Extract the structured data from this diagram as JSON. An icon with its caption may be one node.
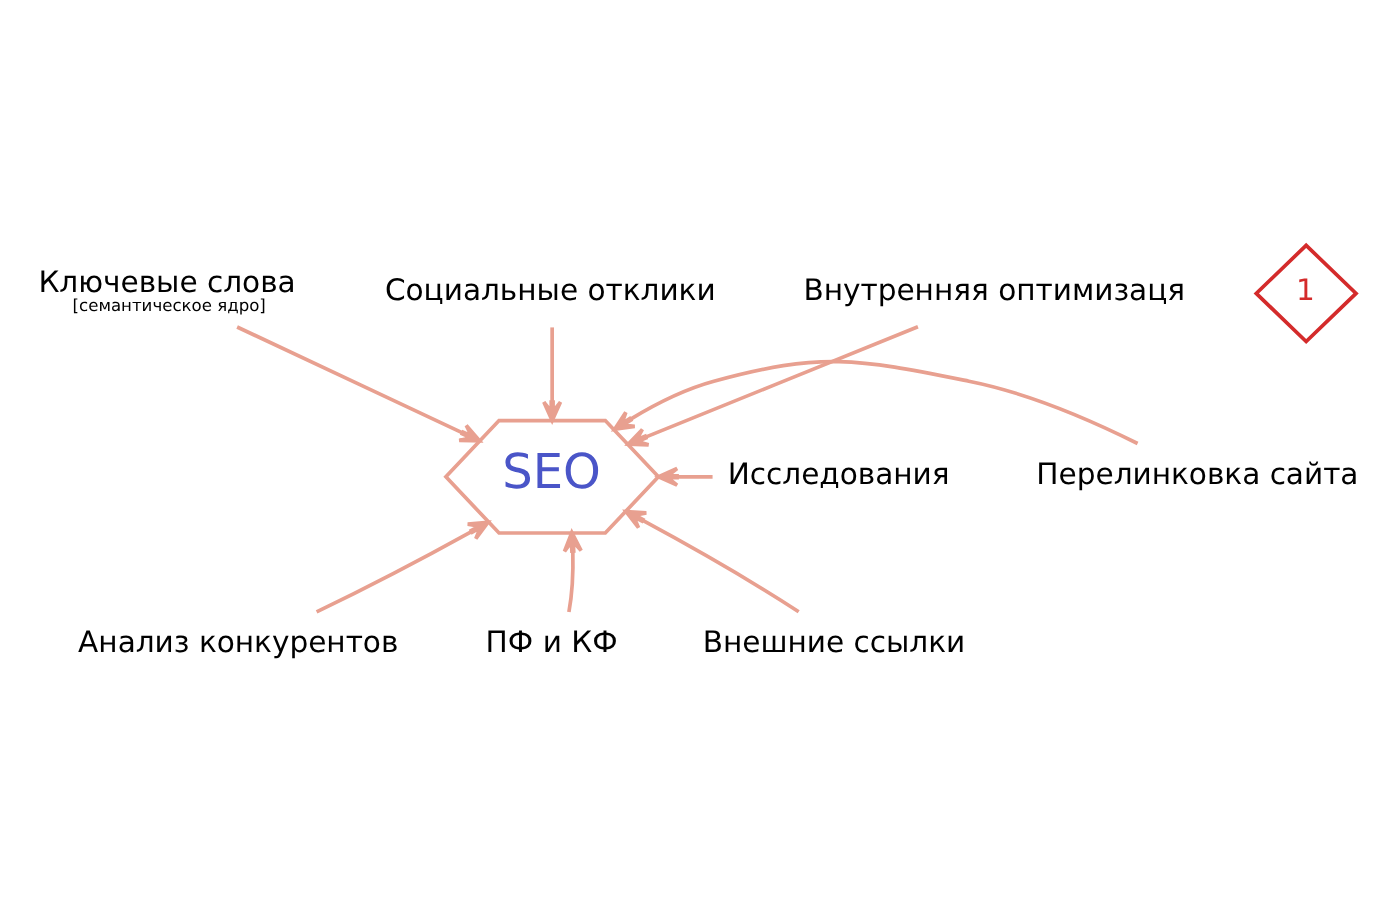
{
  "diagram": {
    "nodes": [
      {
        "text": [
          "SEO"
        ]
      },
      {
        "text": [
          "1"
        ]
      },
      {
        "text": [
          "Ключевые слова",
          "[семантическое ядро]"
        ]
      },
      {
        "text": [
          "Социальные отклики"
        ]
      },
      {
        "text": [
          "Внутренняя оптимизаця"
        ]
      },
      {
        "text": [
          "Исследования"
        ]
      },
      {
        "text": [
          "Перелинковка сайта"
        ]
      },
      {
        "text": [
          "Анализ конкурентов"
        ]
      },
      {
        "text": [
          "ПФ и КФ"
        ]
      },
      {
        "text": [
          "Внешние ссылки"
        ]
      }
    ],
    "edges": [
      {
        "from": 2,
        "to": 0,
        "arrow": "to"
      },
      {
        "from": 3,
        "to": 0,
        "arrow": "to"
      },
      {
        "from": 4,
        "to": 0,
        "arrow": "to"
      },
      {
        "from": 5,
        "to": 0,
        "arrow": "to"
      },
      {
        "from": 6,
        "to": 0,
        "arrow": "to"
      },
      {
        "from": 7,
        "to": 0,
        "arrow": "to"
      },
      {
        "from": 8,
        "to": 0,
        "arrow": "to"
      },
      {
        "from": 9,
        "to": 0,
        "arrow": "to"
      }
    ]
  }
}
